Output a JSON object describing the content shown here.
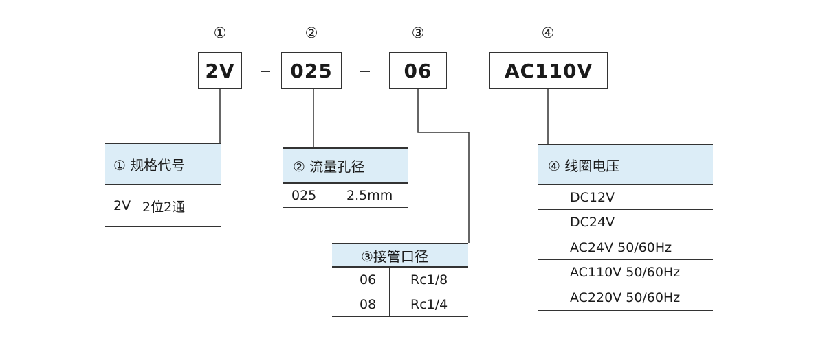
{
  "code": {
    "markers": [
      "①",
      "②",
      "③",
      "④"
    ],
    "segments": [
      "2V",
      "025",
      "06",
      "AC110V"
    ],
    "separator": "-"
  },
  "tables": {
    "spec": {
      "title": "① 规格代号",
      "rows": [
        {
          "code": "2V",
          "value": "2位2通"
        }
      ]
    },
    "orifice": {
      "title": "② 流量孔径",
      "rows": [
        {
          "code": "025",
          "value": "2.5mm"
        }
      ]
    },
    "port": {
      "title": "③接管口径",
      "rows": [
        {
          "code": "06",
          "value": "Rc1/8"
        },
        {
          "code": "08",
          "value": "Rc1/4"
        }
      ]
    },
    "voltage": {
      "title": "④ 线圈电压",
      "rows": [
        "DC12V",
        "DC24V",
        "AC24V  50/60Hz",
        "AC110V  50/60Hz",
        "AC220V  50/60Hz"
      ]
    }
  }
}
